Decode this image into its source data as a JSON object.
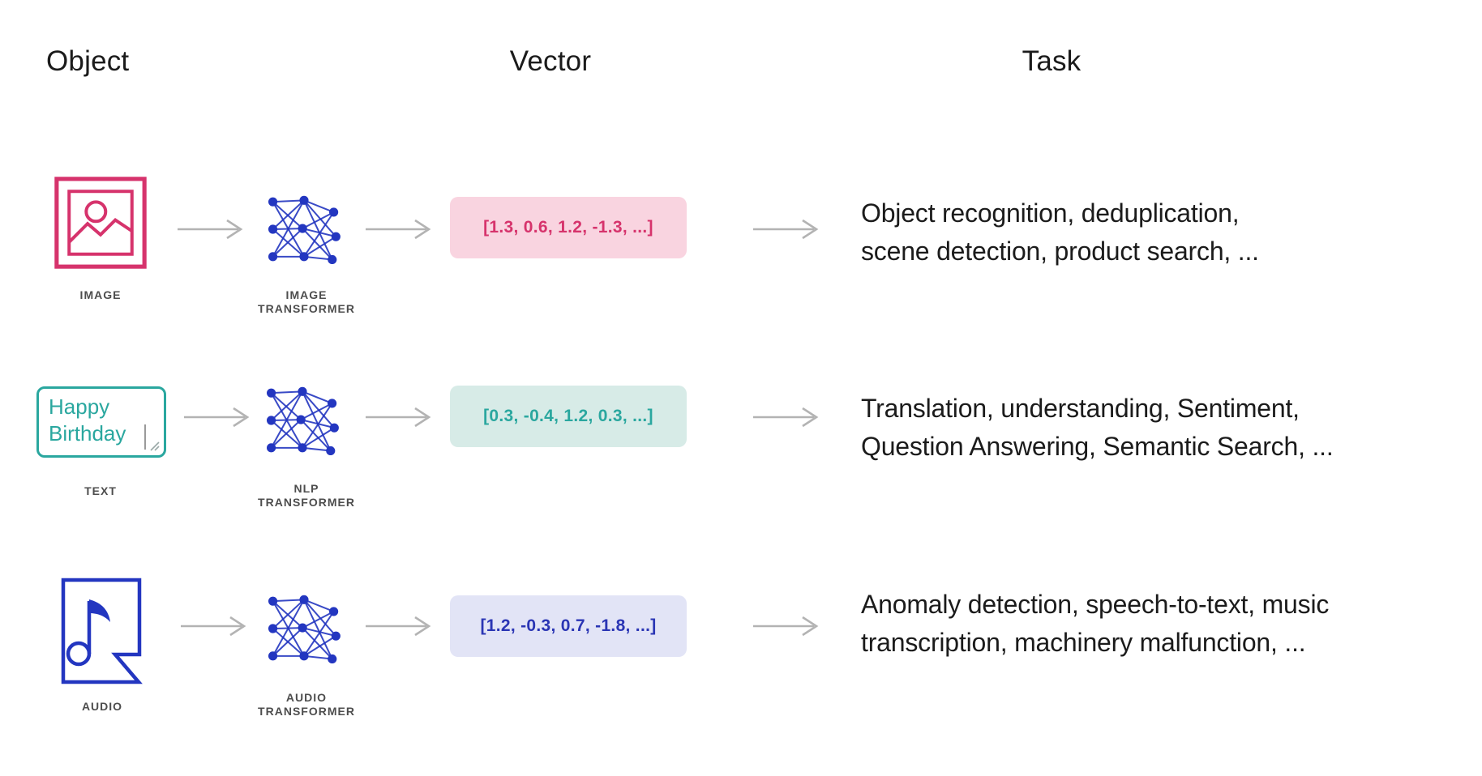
{
  "header": {
    "object": "Object",
    "vector": "Vector",
    "task": "Task"
  },
  "colors": {
    "image_accent": "#d6336c",
    "image_vector_bg": "#f9d4e0",
    "text_accent": "#2aa79f",
    "text_vector_bg": "#d7ebe7",
    "audio_accent": "#2336c0",
    "audio_vector_text": "#2a35b4",
    "audio_vector_bg": "#e2e4f6",
    "network_blue": "#2336c0",
    "arrow_gray": "#b3b3b3",
    "label_gray": "#4d4d4d",
    "text_dark": "#1b1b1b"
  },
  "rows": [
    {
      "object_label": "IMAGE",
      "transformer_line1": "IMAGE",
      "transformer_line2": "TRANSFORMER",
      "vector_text": "[1.3, 0.6, 1.2, -1.3, ...]",
      "task_line1": "Object recognition, deduplication,",
      "task_line2": "scene detection, product search, ..."
    },
    {
      "object_label": "TEXT",
      "transformer_line1": "NLP",
      "transformer_line2": "TRANSFORMER",
      "vector_text": "[0.3, -0.4, 1.2, 0.3, ...]",
      "task_line1": "Translation, understanding, Sentiment,",
      "task_line2": "Question Answering, Semantic Search, ...",
      "text_object": {
        "line1": "Happy",
        "line2": "Birthday"
      }
    },
    {
      "object_label": "AUDIO",
      "transformer_line1": "AUDIO",
      "transformer_line2": "TRANSFORMER",
      "vector_text": "[1.2, -0.3, 0.7, -1.8, ...]",
      "task_line1": "Anomaly detection, speech-to-text, music",
      "task_line2": "transcription, machinery malfunction, ..."
    }
  ]
}
